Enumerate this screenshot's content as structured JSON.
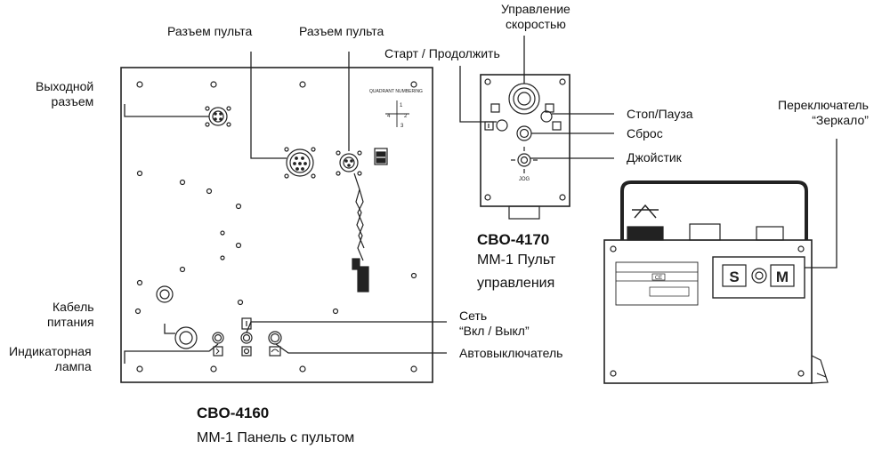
{
  "labels": {
    "connector_out": "Выходной\nразъем",
    "remote_conn_1": "Разъем пульта",
    "remote_conn_2": "Разъем пульта",
    "power_cable": "Кабель\nпитания",
    "indicator_lamp": "Индикаторная\nлампа",
    "mains": "Сеть",
    "mains_onoff": "“Вкл / Выкл”",
    "breaker": "Автовыключатель",
    "speed_control": "Управление\nскоростью",
    "start_continue": "Старт / Продолжить",
    "stop_pause": "Стоп/Пауза",
    "reset": "Сброс",
    "joystick": "Джойстик",
    "mirror_switch": "Переключатель\n“Зеркало”"
  },
  "captions": {
    "panel_model": "CBO-4160",
    "panel_desc": "MM-1 Панель с пультом",
    "remote_model": "CBO-4170",
    "remote_desc_1": "MM-1 Пульт",
    "remote_desc_2": "управления"
  },
  "device_marks": {
    "jog": "JOG",
    "switch_s": "S",
    "switch_m": "M",
    "ce": "CE",
    "quadrant": "QUADRANT NUMBERING"
  }
}
